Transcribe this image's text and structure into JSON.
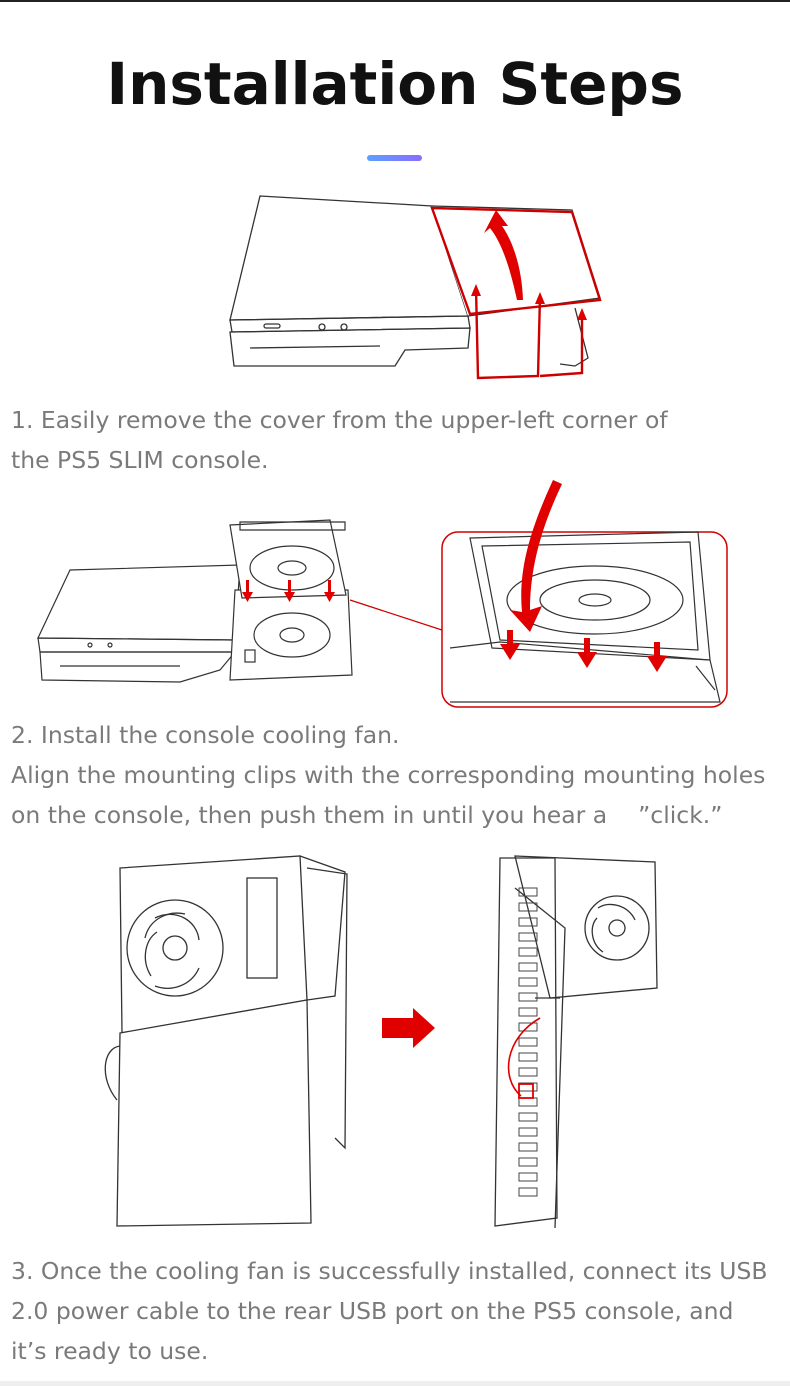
{
  "title": "Installation Steps",
  "steps": [
    {
      "lines": [
        "1. Easily remove the cover from the upper-left corner of",
        "the PS5 SLIM console."
      ]
    },
    {
      "lines": [
        "2. Install the console cooling fan.",
        "Align the mounting clips with the corresponding mounting holes",
        "on the console, then push them in until you hear a 　”click.”"
      ]
    },
    {
      "lines": [
        "3. Once the cooling fan is successfully installed, connect its USB",
        "2.0 power cable to the rear USB port on the PS5 console, and",
        "it’s ready to use."
      ]
    }
  ],
  "colors": {
    "accent_start": "#5aa0ff",
    "accent_end": "#8a6cff",
    "arrow": "#e00000",
    "text": "#7a7a7a"
  }
}
